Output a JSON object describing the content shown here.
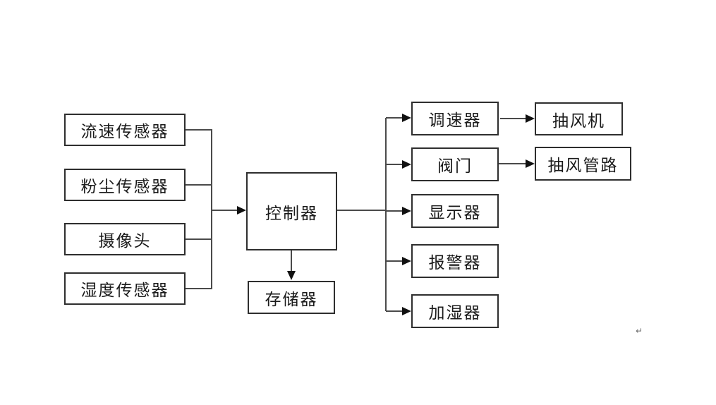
{
  "diagram": {
    "type": "block-diagram",
    "nodes": {
      "flow_sensor": {
        "label": "流速传感器"
      },
      "dust_sensor": {
        "label": "粉尘传感器"
      },
      "camera": {
        "label": "摄像头"
      },
      "humidity_sensor": {
        "label": "湿度传感器"
      },
      "controller": {
        "label": "控制器"
      },
      "storage": {
        "label": "存储器"
      },
      "speed_regulator": {
        "label": "调速器"
      },
      "valve": {
        "label": "阀门"
      },
      "display": {
        "label": "显示器"
      },
      "alarm": {
        "label": "报警器"
      },
      "humidifier": {
        "label": "加湿器"
      },
      "exhaust_fan": {
        "label": "抽风机"
      },
      "exhaust_duct": {
        "label": "抽风管路"
      }
    },
    "edges": [
      {
        "from": "流速传感器",
        "to": "控制器"
      },
      {
        "from": "粉尘传感器",
        "to": "控制器"
      },
      {
        "from": "摄像头",
        "to": "控制器"
      },
      {
        "from": "湿度传感器",
        "to": "控制器"
      },
      {
        "from": "控制器",
        "to": "存储器"
      },
      {
        "from": "控制器",
        "to": "调速器"
      },
      {
        "from": "控制器",
        "to": "阀门"
      },
      {
        "from": "控制器",
        "to": "显示器"
      },
      {
        "from": "控制器",
        "to": "报警器"
      },
      {
        "from": "控制器",
        "to": "加湿器"
      },
      {
        "from": "调速器",
        "to": "抽风机"
      },
      {
        "from": "阀门",
        "to": "抽风管路"
      }
    ],
    "paragraph_mark": "↵",
    "colors": {
      "background": "#ffffff",
      "box_border": "#2e2e2e",
      "wire": "#4a4a4a",
      "arrowhead": "#111111",
      "text": "#1a1a1a"
    }
  }
}
